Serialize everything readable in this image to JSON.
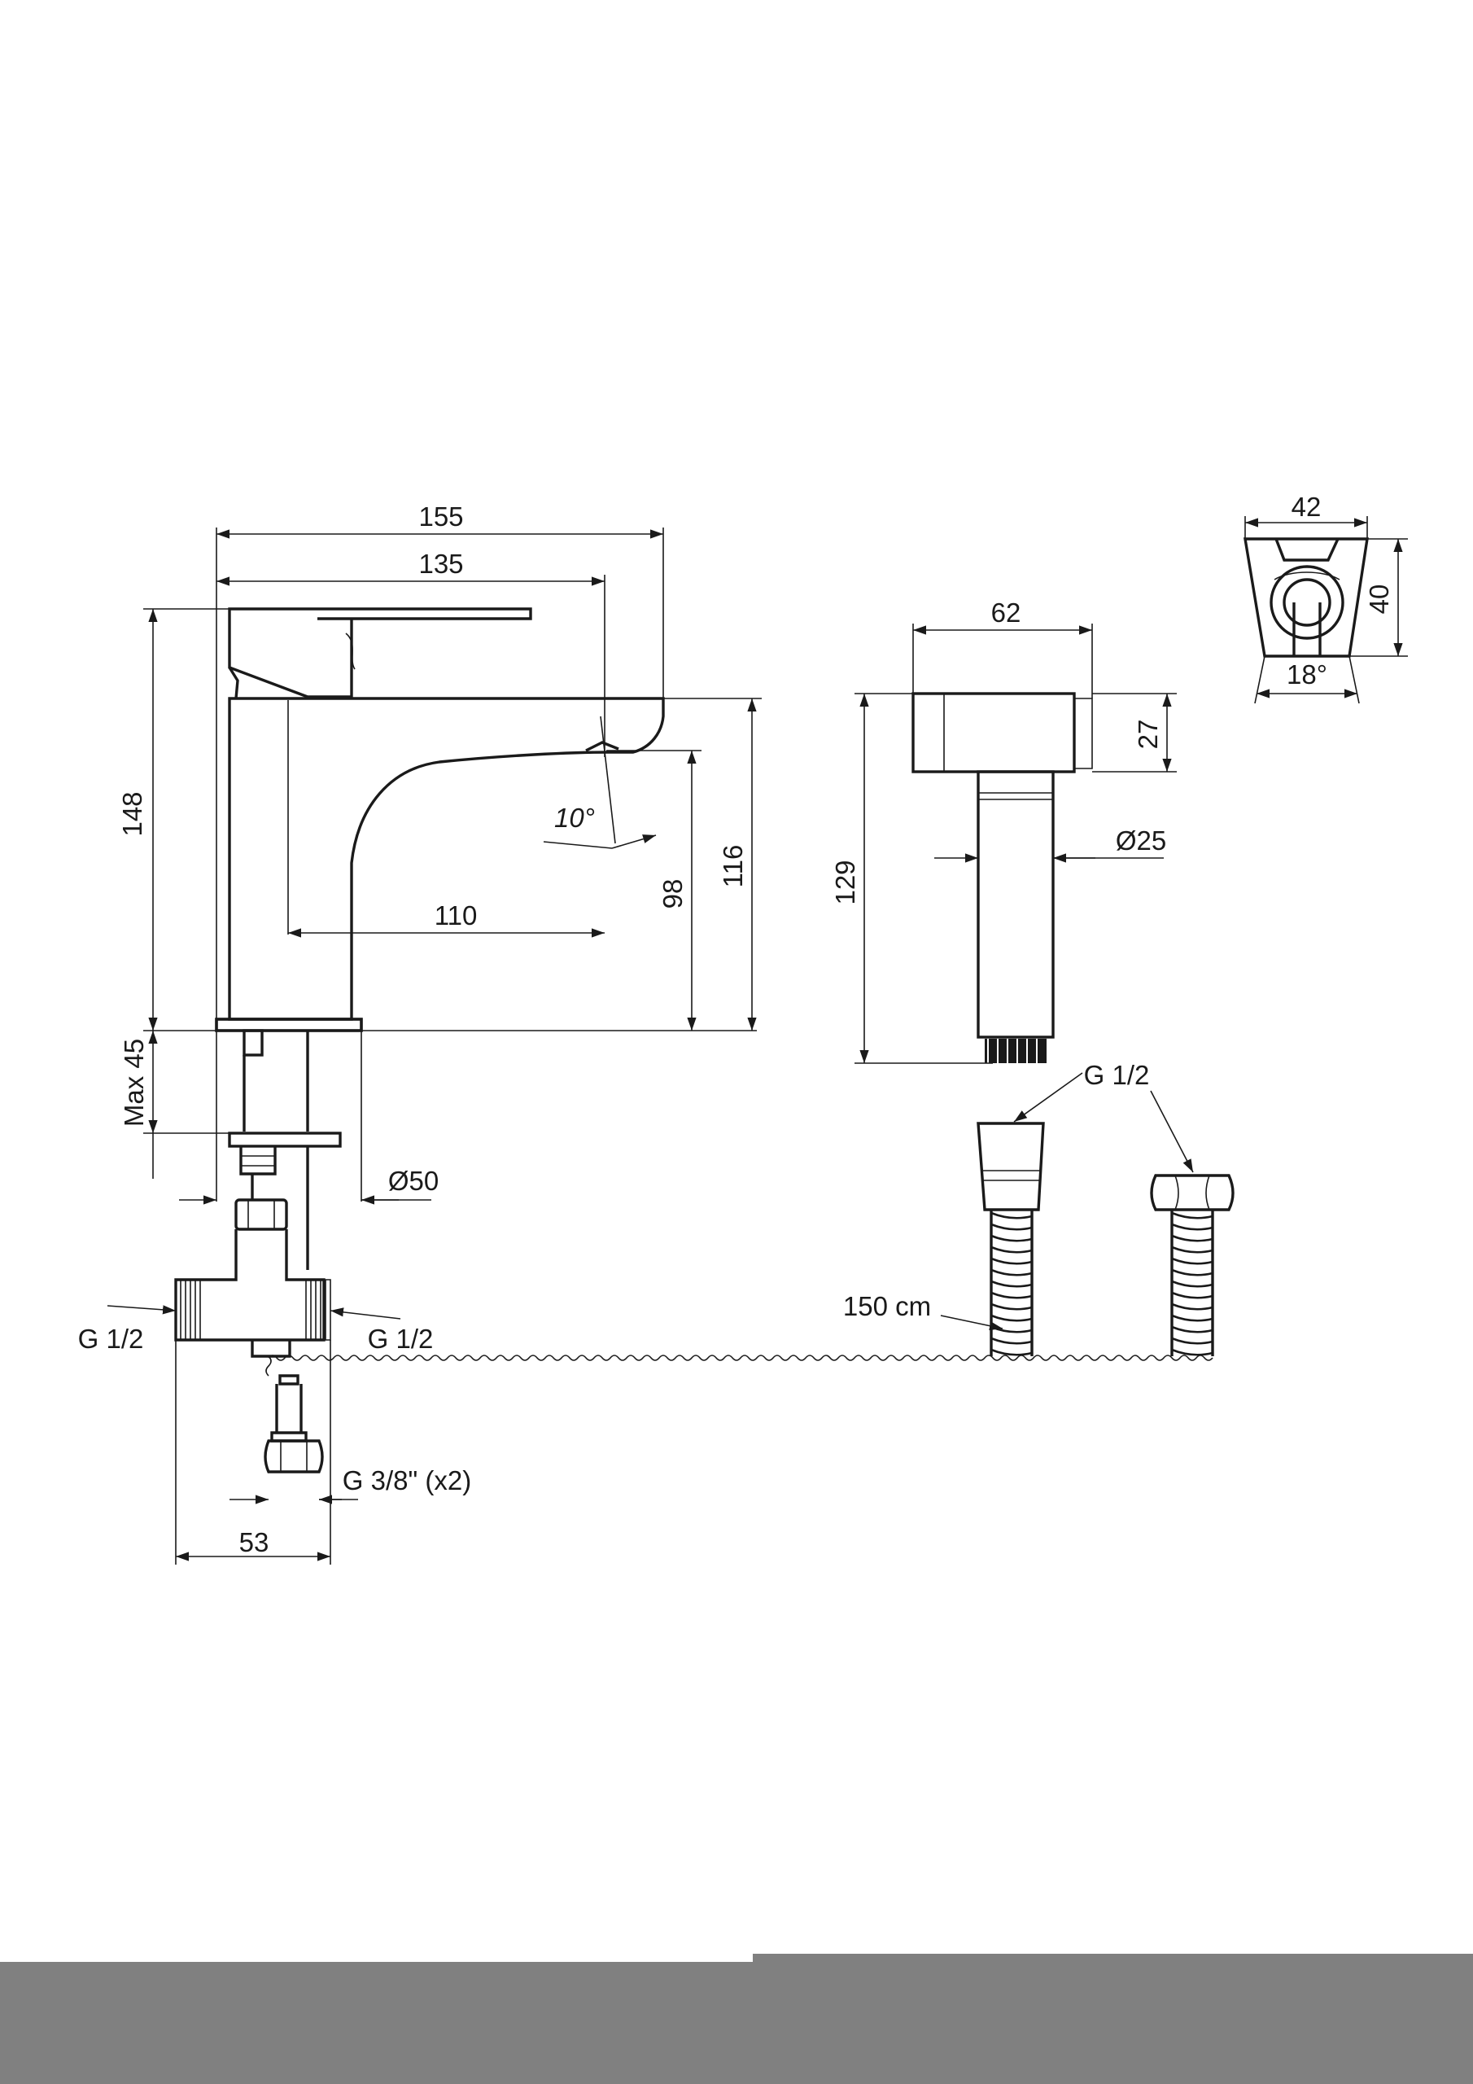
{
  "labels": {
    "w155": "155",
    "w135": "135",
    "w62": "62",
    "w42": "42",
    "h40": "40",
    "a18": "18°",
    "h27": "27",
    "h148": "148",
    "a10": "10°",
    "d25": "Ø25",
    "h129": "129",
    "w110": "110",
    "h98": "98",
    "h116": "116",
    "max45": "Max 45",
    "g12_hose": "G 1/2",
    "d50": "Ø50",
    "hose_len": "150 cm",
    "g12_left": "G 1/2",
    "g12_right": "G 1/2",
    "g38": "G 3/8\" (x2)",
    "w53": "53"
  },
  "colors": {
    "line": "#1a1a1a",
    "background": "#ffffff",
    "footer": "#808080"
  }
}
